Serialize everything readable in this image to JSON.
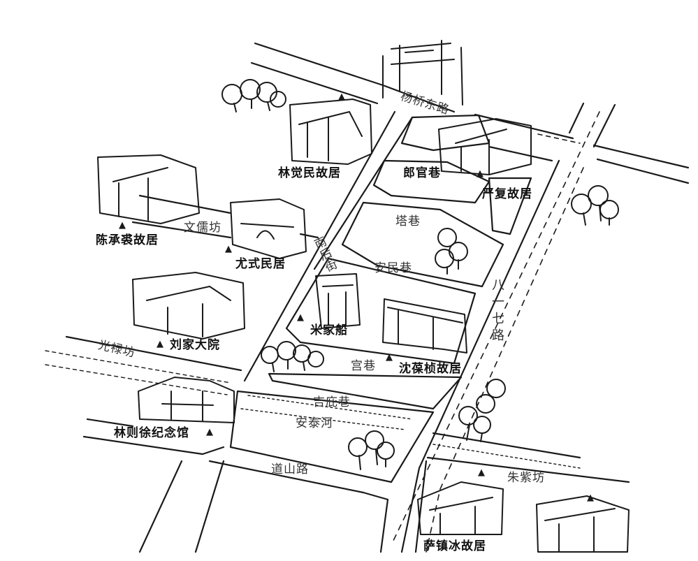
{
  "colors": {
    "ink": "#1a1a1a",
    "paper": "#ffffff"
  },
  "marker_icon": "triangle-marker-icon",
  "roads": {
    "yangqiao": "杨桥东路",
    "wenru": "文儒坊",
    "nanhou": "南后街",
    "taxiang": "塔巷",
    "anmin": "安民巷",
    "bayiqi": "八一七路",
    "guanglu": "光禄坊",
    "gongxiang": "宫巷",
    "jibi": "吉庇巷",
    "antai": "安泰河",
    "daoshan": "道山路",
    "zhuzi": "朱紫坊"
  },
  "sites": {
    "lin_juemin": "林觉民故居",
    "langguan": "郎官巷",
    "yanfu": "严复故居",
    "chen_chengqiu": "陈承裘故居",
    "you_shi": "尤式民居",
    "liu_jia": "刘家大院",
    "mi_jiachuan": "米家船",
    "shen_baozhen": "沈葆桢故居",
    "lin_zexu": "林则徐纪念馆",
    "sa_zhenbing": "萨镇冰故居"
  }
}
